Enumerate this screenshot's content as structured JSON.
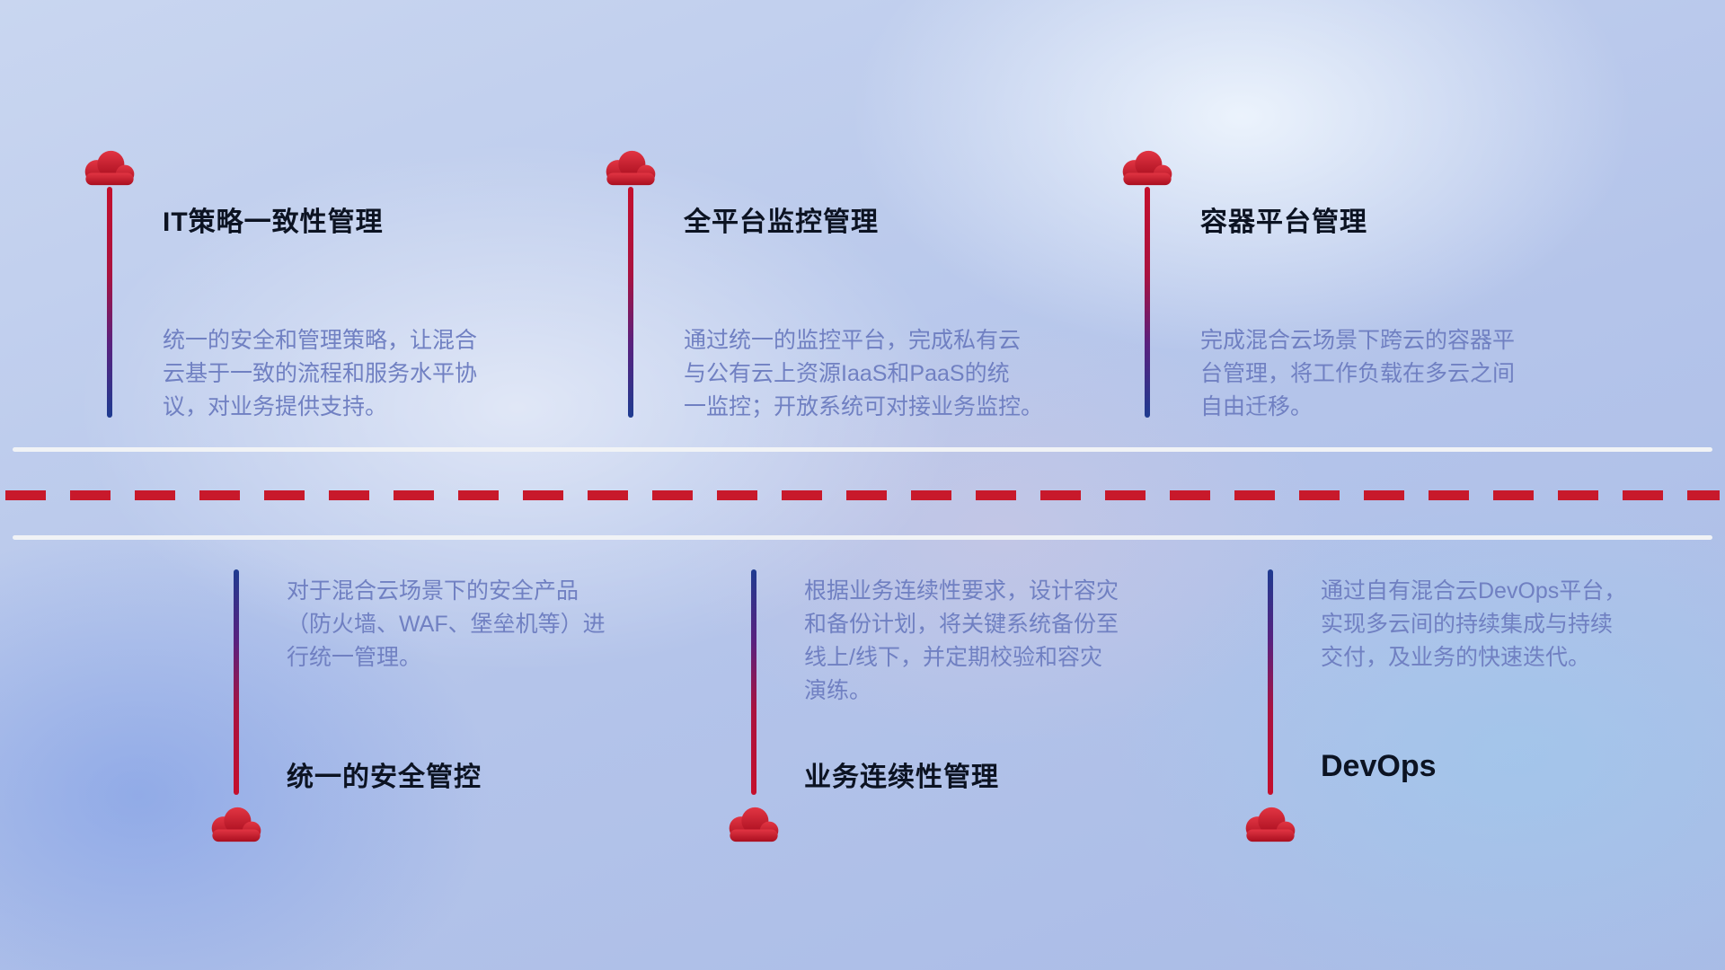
{
  "colors": {
    "accent_red": "#c8192b",
    "pole_blue": "#1e3b90",
    "title_text": "#0c1322",
    "description_text": "#7080c2",
    "road_white": "#f1f3f6",
    "background_blue": "#b4c4ea"
  },
  "icons": {
    "cloud": "cloud-icon"
  },
  "top_items": [
    {
      "title": "IT策略一致性管理",
      "description": "统一的安全和管理策略，让混合\n云基于一致的流程和服务水平协\n议，对业务提供支持。"
    },
    {
      "title": "全平台监控管理",
      "description": "通过统一的监控平台，完成私有云\n与公有云上资源IaaS和PaaS的统\n一监控；开放系统可对接业务监控。"
    },
    {
      "title": "容器平台管理",
      "description": "完成混合云场景下跨云的容器平\n台管理，将工作负载在多云之间\n自由迁移。"
    }
  ],
  "bottom_items": [
    {
      "title": "统一的安全管控",
      "description": "对于混合云场景下的安全产品\n（防火墙、WAF、堡垒机等）进\n行统一管理。"
    },
    {
      "title": "业务连续性管理",
      "description": "根据业务连续性要求，设计容灾\n和备份计划，将关键系统备份至\n线上/线下，并定期校验和容灾\n演练。"
    },
    {
      "title": "DevOps",
      "description": "通过自有混合云DevOps平台，\n实现多云间的持续集成与持续\n交付，及业务的快速迭代。"
    }
  ]
}
